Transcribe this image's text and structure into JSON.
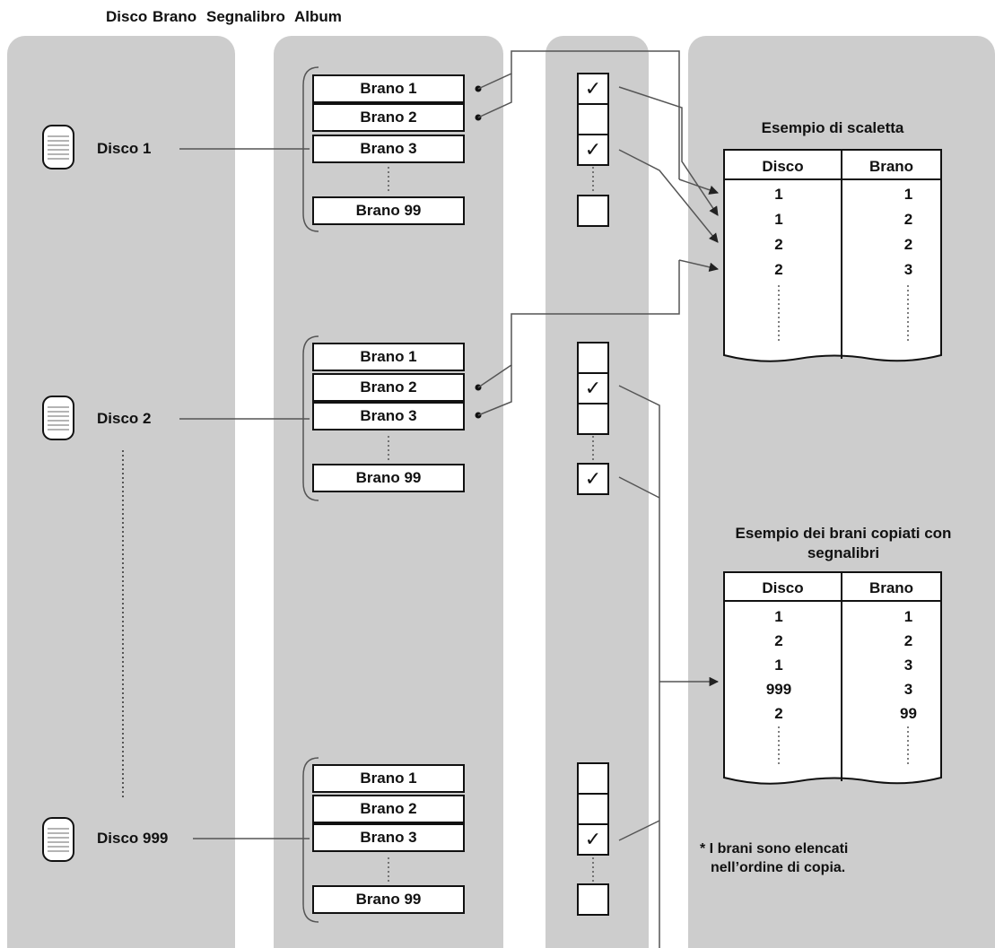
{
  "header": {
    "disco": "Disco",
    "brano": "Brano",
    "segnalibro": "Segnalibro",
    "album": "Album"
  },
  "discs": [
    {
      "label": "Disco 1",
      "tracks": [
        "Brano 1",
        "Brano 2",
        "Brano 3",
        "Brano 99"
      ],
      "bookmarks": [
        true,
        false,
        true,
        false
      ]
    },
    {
      "label": "Disco 2",
      "tracks": [
        "Brano 1",
        "Brano 2",
        "Brano 3",
        "Brano 99"
      ],
      "bookmarks": [
        false,
        true,
        false,
        true
      ]
    },
    {
      "label": "Disco 999",
      "tracks": [
        "Brano 1",
        "Brano 2",
        "Brano 3",
        "Brano 99"
      ],
      "bookmarks": [
        false,
        false,
        true,
        false
      ]
    }
  ],
  "check_mark": "✓",
  "playlist": {
    "title": "Esempio di scaletta",
    "col_disco": "Disco",
    "col_brano": "Brano",
    "rows": [
      [
        "1",
        "1"
      ],
      [
        "1",
        "2"
      ],
      [
        "2",
        "2"
      ],
      [
        "2",
        "3"
      ]
    ]
  },
  "copied": {
    "title_line1": "Esempio dei brani copiati con",
    "title_line2": "segnalibri",
    "col_disco": "Disco",
    "col_brano": "Brano",
    "rows": [
      [
        "1",
        "1"
      ],
      [
        "2",
        "2"
      ],
      [
        "1",
        "3"
      ],
      [
        "999",
        "3"
      ],
      [
        "2",
        "99"
      ]
    ]
  },
  "note": {
    "line1": "* I brani sono elencati",
    "line2": "nell’ordine di copia."
  },
  "colors": {
    "column_bg": "#cdcdcd",
    "line": "#111111"
  },
  "icons": {
    "disc": "disc-stack-icon",
    "check": "check-icon"
  }
}
